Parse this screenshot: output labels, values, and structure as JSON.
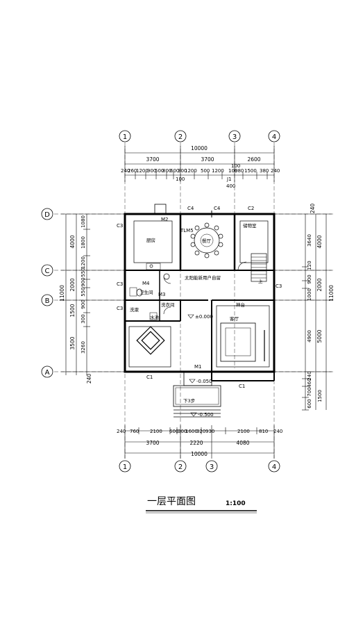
{
  "title": "一层平面图",
  "scale": "1:100",
  "axes": {
    "columns": [
      "1",
      "2",
      "3",
      "4"
    ],
    "rows": [
      "D",
      "C",
      "B",
      "A"
    ]
  },
  "top_dims": {
    "total": "10000",
    "spans": [
      "3700",
      "3700",
      "2600"
    ],
    "detail": [
      "240",
      "260",
      "1200",
      "900",
      "500",
      "800",
      "600",
      "300",
      "1200",
      "500",
      "1200",
      "100",
      "980",
      "1500",
      "380",
      "240"
    ],
    "notes": [
      "100",
      "100",
      "400"
    ]
  },
  "bottom_dims": {
    "detail": [
      "240",
      "760",
      "2100",
      "600",
      "300",
      "1600",
      "320",
      "930",
      "2100",
      "810",
      "240"
    ],
    "spans": [
      "3700",
      "2220",
      "4080"
    ],
    "total": "10000"
  },
  "left_dims": {
    "total": "11000",
    "spans": [
      "4000",
      "2000",
      "1500",
      "3500",
      "240"
    ],
    "detail": [
      "1080",
      "1800",
      "1200",
      "550",
      "900",
      "550",
      "900",
      "300",
      "3260"
    ]
  },
  "right_dims": {
    "total": "11000",
    "spans": [
      "4000",
      "2000",
      "5000",
      "240"
    ],
    "detail": [
      "3640",
      "120",
      "900",
      "1000",
      "4900",
      "240",
      "460",
      "700",
      "600",
      "1500"
    ]
  },
  "rooms": {
    "kitchen": "厨房",
    "dining": "餐厅",
    "storage": "储物室",
    "toilet": "卫生间",
    "laundry": "洗衣间",
    "living": "客厅",
    "altar": "神台",
    "wash": "洗漱",
    "water": "水池",
    "stair_up": "上",
    "note": "太阳能新用户自留",
    "steps": "下3步"
  },
  "tags": {
    "c3": "C3",
    "m2": "M2",
    "c4": "C4",
    "c2": "C2",
    "tlm5": "TLM5",
    "m4": "M4",
    "m3": "M3",
    "m1": "M1",
    "c1": "C1",
    "j1": "J1"
  },
  "levels": {
    "floor": "±0.000",
    "porch": "-0.050",
    "ground": "-0.500"
  }
}
